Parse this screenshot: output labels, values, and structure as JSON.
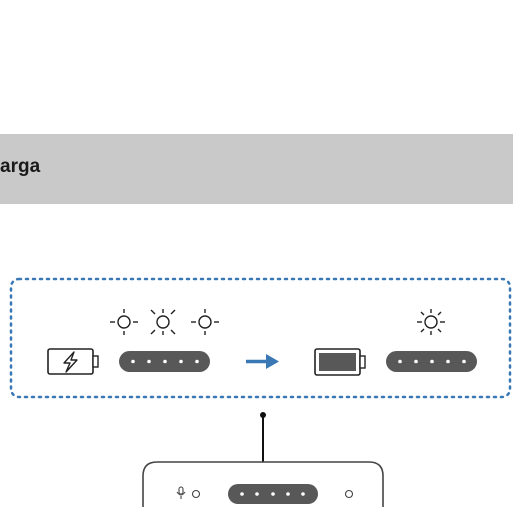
{
  "header": {
    "title": "arga"
  },
  "diagram": {
    "left_state": {
      "battery": "battery-charging-icon",
      "indicator_lights": [
        "light-blinking-icon",
        "light-burst-icon",
        "light-blinking-icon"
      ],
      "led_dots": 5
    },
    "transition": "arrow-right-icon",
    "right_state": {
      "battery": "battery-full-icon",
      "indicator_lights": [
        "light-steady-on-icon"
      ],
      "led_dots": 5
    },
    "device": {
      "icons": [
        "microphone-icon",
        "button-circle-icon",
        "led-strip-icon",
        "button-circle-icon"
      ],
      "led_dots": 5
    },
    "colors": {
      "frame_dotted": "#3a78b5",
      "arrow": "#3a78b5",
      "led_bar": "#585858",
      "header_bg": "#c9c9c9"
    }
  }
}
